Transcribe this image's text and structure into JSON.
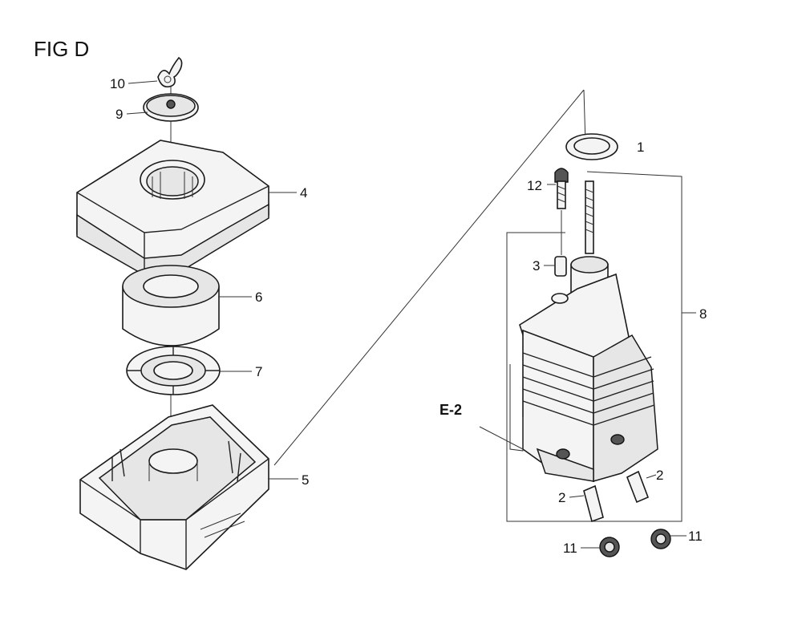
{
  "figure": {
    "title": "FIG D",
    "reference": "E-2"
  },
  "callouts": [
    {
      "id": "c10",
      "label": "10"
    },
    {
      "id": "c9",
      "label": "9"
    },
    {
      "id": "c4",
      "label": "4"
    },
    {
      "id": "c6",
      "label": "6"
    },
    {
      "id": "c7",
      "label": "7"
    },
    {
      "id": "c5",
      "label": "5"
    },
    {
      "id": "c1",
      "label": "1"
    },
    {
      "id": "c12",
      "label": "12"
    },
    {
      "id": "c3",
      "label": "3"
    },
    {
      "id": "c8",
      "label": "8"
    },
    {
      "id": "c2a",
      "label": "2"
    },
    {
      "id": "c2b",
      "label": "2"
    },
    {
      "id": "c11a",
      "label": "11"
    },
    {
      "id": "c11b",
      "label": "11"
    }
  ]
}
